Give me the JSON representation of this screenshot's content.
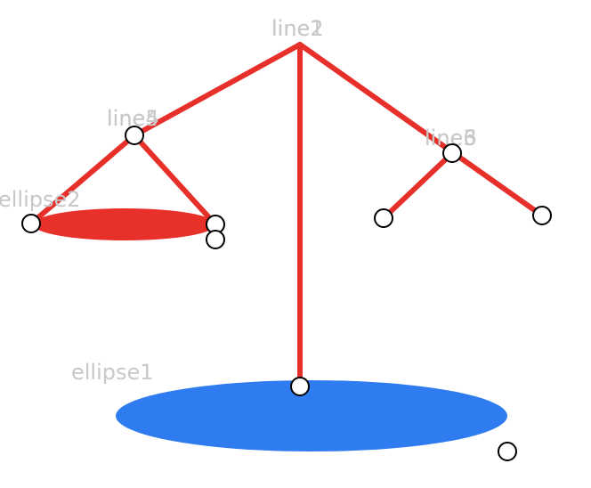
{
  "colors": {
    "line": "#e8302a",
    "ellipse_blue": "#2f7cf0",
    "ellipse_red": "#e8302a",
    "label": "#c8c8c8",
    "handle_fill": "#ffffff",
    "handle_stroke": "#000000"
  },
  "labels": {
    "line1": "line1",
    "line2": "line2",
    "line3": "line3",
    "line4": "line4",
    "line5": "line5",
    "line6": "line6",
    "ellipse1": "ellipse1",
    "ellipse2": "ellipse2"
  }
}
